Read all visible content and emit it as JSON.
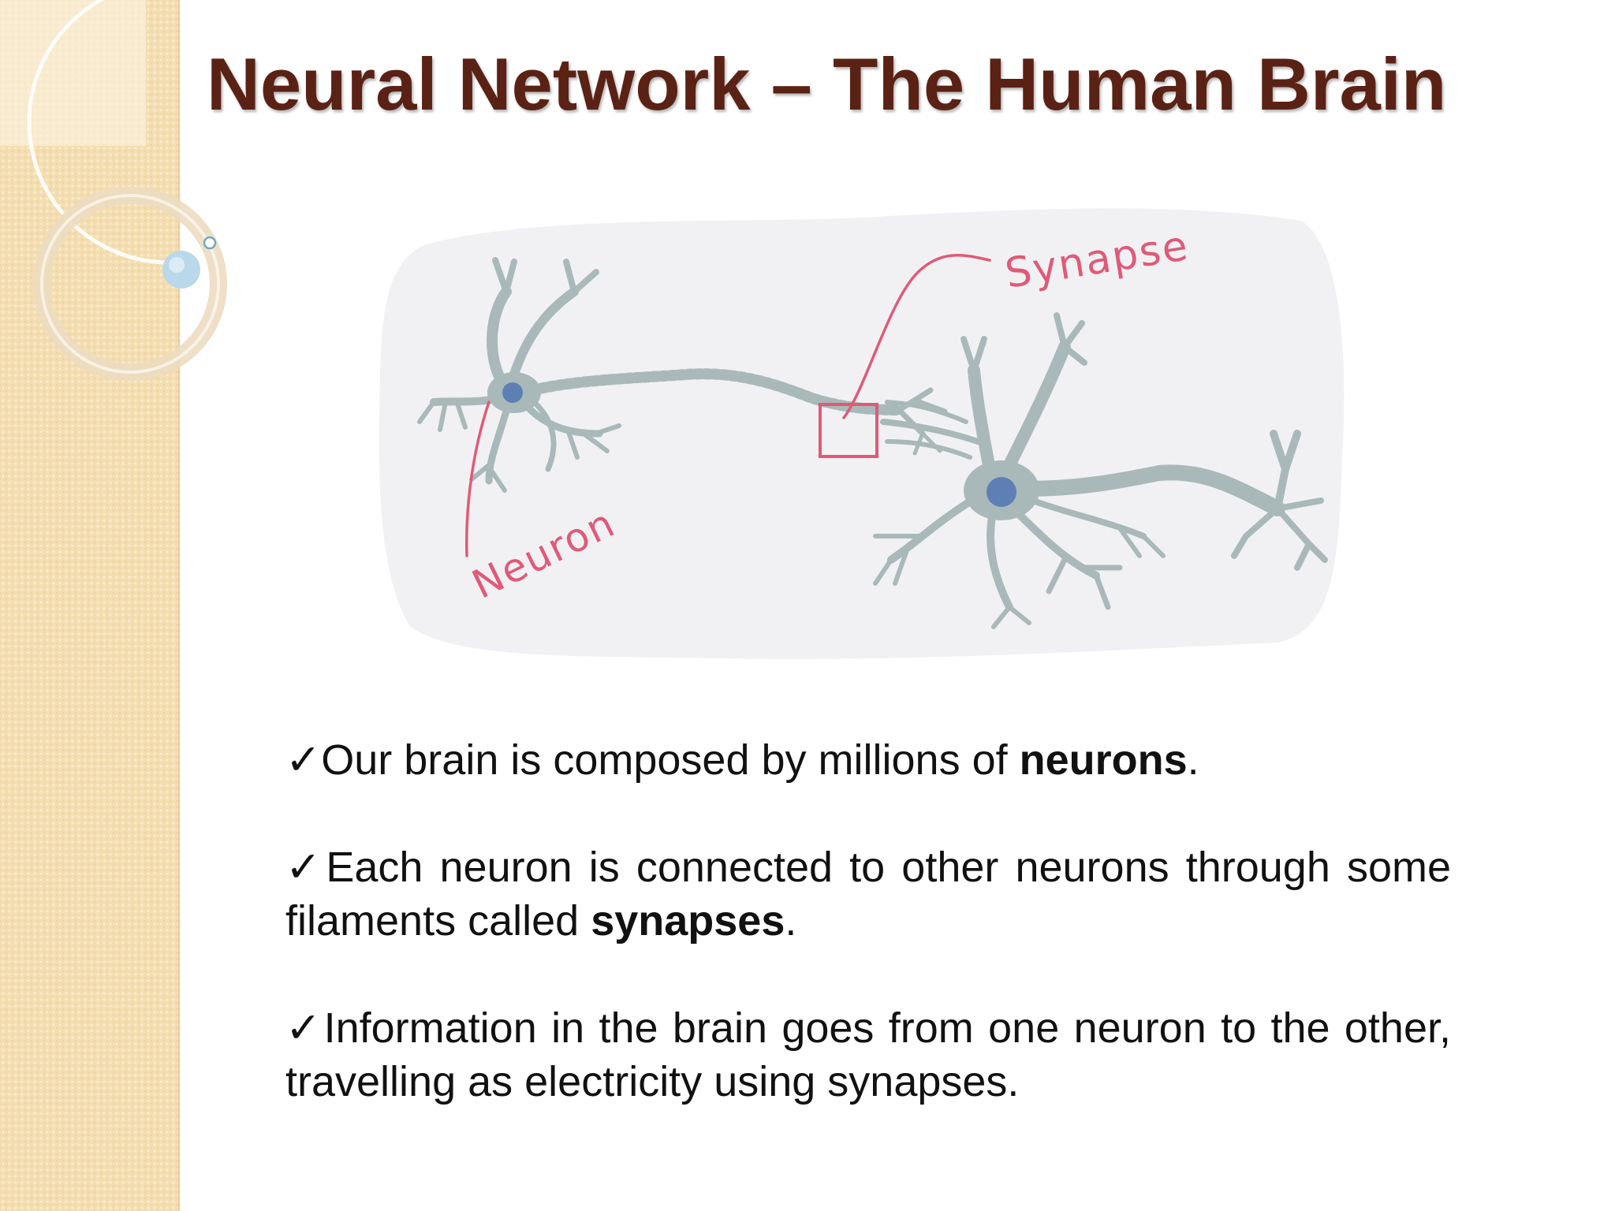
{
  "slide": {
    "title": "Neural Network – The Human Brain",
    "diagram": {
      "label_synapse": "Synapse",
      "label_neuron": "Neuron"
    },
    "bullets": [
      {
        "check": "✓",
        "text_before": "Our brain is composed by millions of ",
        "bold": "neurons",
        "text_after": "."
      },
      {
        "check": "✓",
        "text_before": "Each neuron is connected to other neurons through some filaments called ",
        "bold": "synapses",
        "text_after": "."
      },
      {
        "check": "✓",
        "text_before": "Information in the brain goes from one neuron to the other, travelling as electricity using synapses.",
        "bold": "",
        "text_after": ""
      }
    ]
  },
  "colors": {
    "title": "#5a2215",
    "side_panel": "#f4deb1",
    "neuron": "#a9b9b9",
    "nucleus": "#5d7fb4",
    "annotation": "#e05a78"
  }
}
